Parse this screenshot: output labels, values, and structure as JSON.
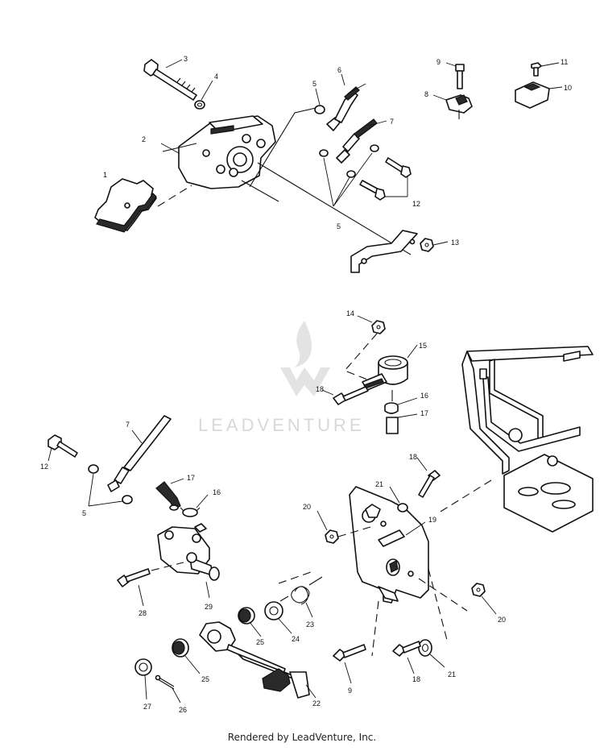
{
  "watermark": {
    "brand": "LEADVENTURE"
  },
  "footer": {
    "text": "Rendered by LeadVenture, Inc."
  },
  "callouts": {
    "c1": "1",
    "c2": "2",
    "c3": "3",
    "c4": "4",
    "c5a": "5",
    "c5b": "5",
    "c6": "6",
    "c7a": "7",
    "c8": "8",
    "c9a": "9",
    "c10": "10",
    "c11": "11",
    "c12a": "12",
    "c13": "13",
    "c14": "14",
    "c15": "15",
    "c16a": "16",
    "c17a": "17",
    "c18a": "18",
    "c7b": "7",
    "c12b": "12",
    "c5c": "5",
    "c17b": "17",
    "c16b": "16",
    "c18b": "18",
    "c21a": "21",
    "c20a": "20",
    "c19": "19",
    "c28": "28",
    "c29": "29",
    "c23": "23",
    "c25a": "25",
    "c24": "24",
    "c20b": "20",
    "c25b": "25",
    "c9b": "9",
    "c18c": "18",
    "c21b": "21",
    "c27": "27",
    "c26": "26",
    "c22": "22"
  }
}
